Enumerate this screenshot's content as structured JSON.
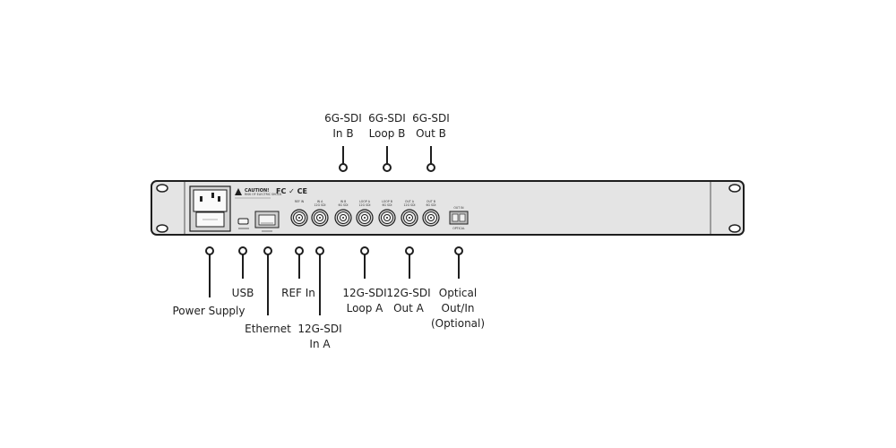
{
  "callouts_top": [
    {
      "id": "sdi-in-b",
      "lines": [
        "6G-SDI",
        "In B"
      ]
    },
    {
      "id": "sdi-loop-b",
      "lines": [
        "6G-SDI",
        "Loop B"
      ]
    },
    {
      "id": "sdi-out-b",
      "lines": [
        "6G-SDI",
        "Out B"
      ]
    }
  ],
  "callouts_bottom": [
    {
      "id": "power-supply",
      "lines": [
        "Power Supply"
      ]
    },
    {
      "id": "usb",
      "lines": [
        "USB"
      ]
    },
    {
      "id": "ethernet",
      "lines": [
        "Ethernet"
      ]
    },
    {
      "id": "ref-in",
      "lines": [
        "REF In"
      ]
    },
    {
      "id": "sdi-in-a",
      "lines": [
        "12G-SDI",
        "In A"
      ]
    },
    {
      "id": "sdi-loop-a",
      "lines": [
        "12G-SDI",
        "Loop A"
      ]
    },
    {
      "id": "sdi-out-a",
      "lines": [
        "12G-SDI",
        "Out A"
      ]
    },
    {
      "id": "optical",
      "lines": [
        "Optical",
        "Out/In",
        "(Optional)"
      ]
    }
  ],
  "panel": {
    "caution_title": "CAUTION!",
    "caution_sub": "RISK OF ELECTRIC SHOCK",
    "cert_marks": "FC ✓ CE",
    "bnc_labels": [
      [
        "REF IN",
        ""
      ],
      [
        "IN A",
        "12G SDI"
      ],
      [
        "IN B",
        "6G SDI"
      ],
      [
        "LOOP A",
        "12G SDI"
      ],
      [
        "LOOP B",
        "6G SDI"
      ],
      [
        "OUT A",
        "12G SDI"
      ],
      [
        "OUT B",
        "6G SDI"
      ]
    ],
    "optical_top": "OUT IN",
    "optical_bottom": "OPTICAL"
  },
  "colors": {
    "panel_fill": "#e4e4e4",
    "outline": "#1e1e1e"
  }
}
